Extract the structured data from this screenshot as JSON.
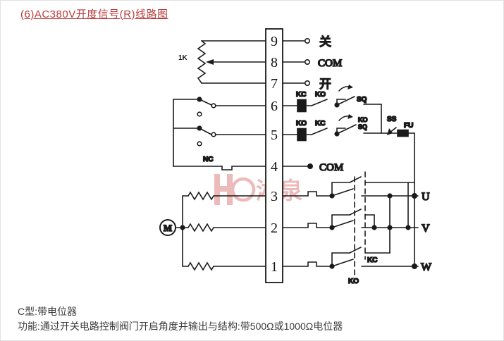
{
  "title": "(6)AC380V开度信号(R)线路图",
  "colors": {
    "title": "#b93b3b",
    "stroke": "#1a1a1a",
    "watermark": "#d97070"
  },
  "terminal_block": {
    "numbers": [
      "9",
      "8",
      "7",
      "6",
      "5",
      "4",
      "3",
      "2",
      "1"
    ]
  },
  "right_labels": {
    "t9": "关",
    "t8": "COM",
    "t7": "开",
    "t4": "COM"
  },
  "control": {
    "pot": "1K",
    "nc": "NC",
    "row6_coil": "KC",
    "row6_contact": "KO",
    "row6_switch": "SQ",
    "row5_coil": "KO",
    "row5_contact": "KC",
    "row5_switch_a": "KO",
    "row5_switch_b": "SQ",
    "ss": "SS",
    "fu": "FU"
  },
  "power": {
    "motor": "M",
    "u": "U",
    "v": "V",
    "w": "W",
    "kc_link": "KC",
    "ko_link": "KO"
  },
  "watermark": "湘泉",
  "footer": {
    "line1": "C型:带电位器",
    "line2": "功能:通过开关电路控制阀门开启角度并输出与结构:带500Ω或1000Ω电位器"
  }
}
